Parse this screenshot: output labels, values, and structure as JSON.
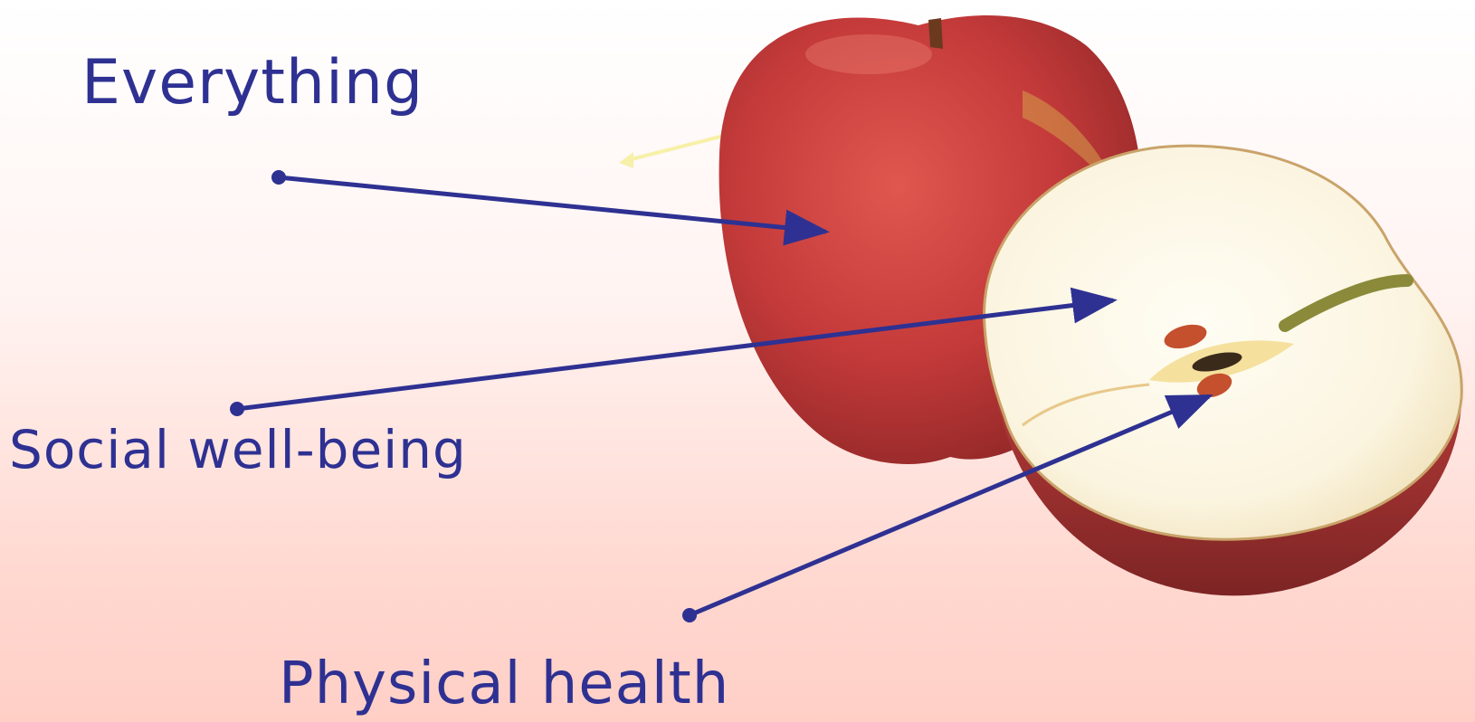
{
  "labels": {
    "everything": "Everything",
    "social": "Social well-being",
    "physical": "Physical health"
  },
  "colors": {
    "text": "#2e3192",
    "arrow": "#2e3192",
    "apple_red": "#c43a3a",
    "apple_flesh": "#fbf6e4",
    "background_bottom": "#ffcfc6"
  },
  "image": {
    "subject": "whole red apple beside an apple cut in half showing seeds"
  }
}
